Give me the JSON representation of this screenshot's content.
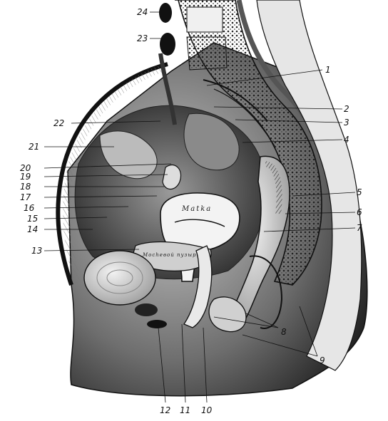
{
  "figure": {
    "kind": "anatomical-illustration",
    "subject": "median-section-female-pelvis",
    "style": "monochrome-engraving",
    "colors": {
      "ink": "#111111",
      "shade": "#555555",
      "light": "#d9d9d9",
      "paper": "#ffffff"
    }
  },
  "organ_words": {
    "uterus": "Matka",
    "bladder": "Mocheвой пузырь"
  },
  "labels": [
    {
      "id": "1",
      "text": "1"
    },
    {
      "id": "2",
      "text": "2"
    },
    {
      "id": "3",
      "text": "3"
    },
    {
      "id": "4",
      "text": "4"
    },
    {
      "id": "5",
      "text": "5"
    },
    {
      "id": "6",
      "text": "6"
    },
    {
      "id": "7",
      "text": "7"
    },
    {
      "id": "8",
      "text": "8"
    },
    {
      "id": "9",
      "text": "9"
    },
    {
      "id": "10",
      "text": "10"
    },
    {
      "id": "11",
      "text": "11"
    },
    {
      "id": "12",
      "text": "12"
    },
    {
      "id": "13",
      "text": "13"
    },
    {
      "id": "14",
      "text": "14"
    },
    {
      "id": "15",
      "text": "15"
    },
    {
      "id": "16",
      "text": "16"
    },
    {
      "id": "17",
      "text": "17"
    },
    {
      "id": "18",
      "text": "18"
    },
    {
      "id": "19",
      "text": "19"
    },
    {
      "id": "20",
      "text": "20"
    },
    {
      "id": "21",
      "text": "21"
    },
    {
      "id": "22",
      "text": "22"
    },
    {
      "id": "23",
      "text": "23"
    },
    {
      "id": "24",
      "text": "24"
    }
  ]
}
